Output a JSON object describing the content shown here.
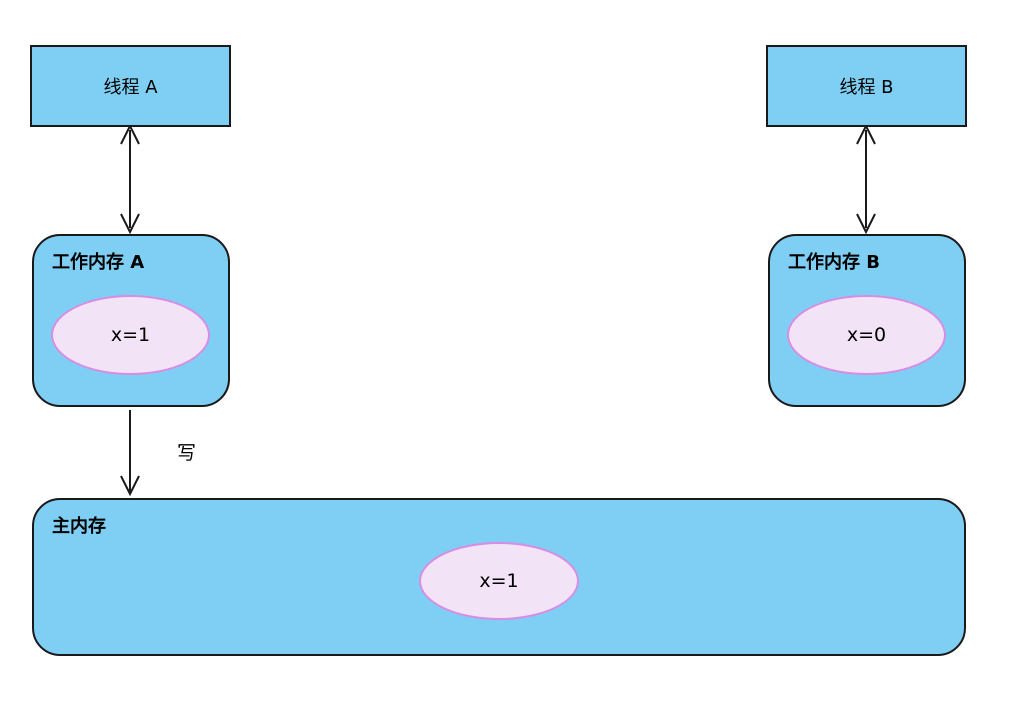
{
  "thread_a": {
    "label": "线程 A"
  },
  "thread_b": {
    "label": "线程 B"
  },
  "working_memory_a": {
    "title": "工作内存 A",
    "value": "x=1"
  },
  "working_memory_b": {
    "title": "工作内存 B",
    "value": "x=0"
  },
  "main_memory": {
    "title": "主内存",
    "value": "x=1"
  },
  "write_arrow": {
    "label": "写"
  },
  "colors": {
    "box_fill": "#7ecff3",
    "box_border": "#1a1a1a",
    "ellipse_fill": "#f2e4f6",
    "ellipse_border": "#d98ce3"
  }
}
